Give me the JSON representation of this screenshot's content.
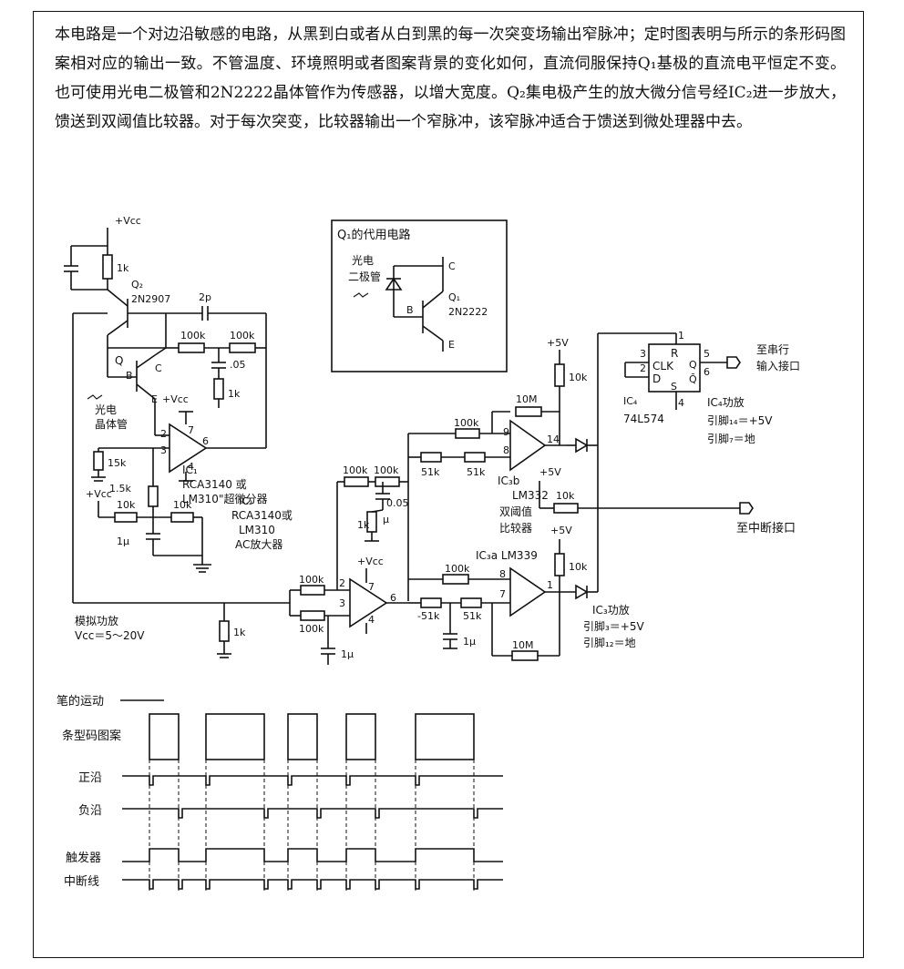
{
  "description": "本电路是一个对边沿敏感的电路，从黑到白或者从白到黑的每一次突变场输出窄脉冲；定时图表明与所示的条形码图案相对应的输出一致。不管温度、环境照明或者图案背景的变化如何，直流伺服保持Q₁基极的直流电平恒定不变。也可使用光电二极管和2N2222晶体管作为传感器，以增大宽度。Q₂集电极产生的放大微分信号经IC₂进一步放大，馈送到双阈值比较器。对于每次突变，比较器输出一个窄脉冲，该窄脉冲适合于馈送到微处理器中去。",
  "labels": {
    "vcc_top": "+Vcc",
    "r_1k_top": "1k",
    "q2": "Q₂",
    "q2_part": "2N2907",
    "c_2p": "2p",
    "r_100k_a": "100k",
    "r_100k_b": "100k",
    "c_005a": ".05",
    "r_1k_mid": "1k",
    "q1_q": "Q",
    "q1_b": "B",
    "q1_c": "C",
    "q1_e": "E",
    "vcc_q1": "+Vcc",
    "photo_tr_1": "光电",
    "photo_tr_2": "晶体管",
    "r_15k": "15k",
    "pin2_ic1": "2",
    "pin3_ic1": "3",
    "pin7_ic1": "7",
    "pin4_ic1": "4",
    "pin6_ic1": "6",
    "ic1": "IC₁",
    "ic1_part_1": "RCA3140 或",
    "ic1_part_2": "LM310\"超微分器",
    "r_1_5k": "1.5k",
    "vcc_left": "+Vcc",
    "r_10k_a": "10k",
    "r_10k_b": "10k",
    "c_1u_a": "1μ",
    "ic2": "IC₂",
    "ic2_part_1": "RCA3140或",
    "ic2_part_2": "LM310",
    "ic2_part_3": "AC放大器",
    "analog_1": "模拟功放",
    "analog_2": "Vcc＝5～20V",
    "r_1k_bot": "1k",
    "r_100k_c": "100k",
    "r_100k_d": "100k",
    "c_005b": "0.05",
    "r_1k_pot": "1k",
    "c_u": "μ",
    "r_100k_in1": "100k",
    "r_100k_in2": "100k",
    "vcc_ic2": "+Vcc",
    "pin2_ic2": "2",
    "pin3_ic2": "3",
    "pin7_ic2": "7",
    "pin4_ic2": "4",
    "pin6_ic2": "6",
    "c_1u_b": "1μ",
    "r_51k_a": "51k",
    "r_51k_b": "51k",
    "r_51k_c": "-51k",
    "r_51k_d": "51k",
    "c_1u_c": "1μ",
    "r_10m_a": "10M",
    "r_10m_b": "10M",
    "r_100k_e": "100k",
    "r_100k_f": "100k",
    "pin9": "9",
    "pin8a": "8",
    "pin14": "14",
    "pin8b": "8",
    "pin7b": "7",
    "pin1b": "1",
    "ic3b_1": "IC₃b",
    "ic3b_2": "LM332",
    "ic3b_3": "双阈值",
    "ic3b_4": "比较器",
    "ic3a": "IC₃a LM339",
    "plus5_a": "+5V",
    "plus5_b": "+5V",
    "plus5_c": "+5V",
    "r_10k_c": "10k",
    "r_10k_d": "10k",
    "r_10k_e": "10k",
    "ic3_power_1": "IC₃功放",
    "ic3_power_2": "引脚₃＝+5V",
    "ic3_power_3": "引脚₁₂＝地",
    "to_int": "至中断接口",
    "ff_pin1": "1",
    "ff_pin2": "2",
    "ff_pin3": "3",
    "ff_pin4": "4",
    "ff_pin5": "5",
    "ff_pin6": "6",
    "ff_r": "R",
    "ff_clk": "CLK",
    "ff_d": "D",
    "ff_q": "Q",
    "ff_qn": "Q̄",
    "ff_s": "S",
    "ic4": "IC₄",
    "ic4_part": "74L574",
    "ic4_power_1": "IC₄功放",
    "ic4_power_2": "引脚₁₄＝+5V",
    "ic4_power_3": "引脚₇＝地",
    "to_serial_1": "至串行",
    "to_serial_2": "输入接口",
    "inset_title": "Q₁的代用电路",
    "inset_photo_1": "光电",
    "inset_photo_2": "二极管",
    "inset_c": "C",
    "inset_b": "B",
    "inset_e": "E",
    "inset_q1": "Q₁",
    "inset_part": "2N2222",
    "timing_motion": "笔的运动",
    "timing_barcode": "条型码图案",
    "timing_rising": "正沿",
    "timing_falling": "负沿",
    "timing_trigger": "触发器",
    "timing_interrupt": "中断线"
  }
}
